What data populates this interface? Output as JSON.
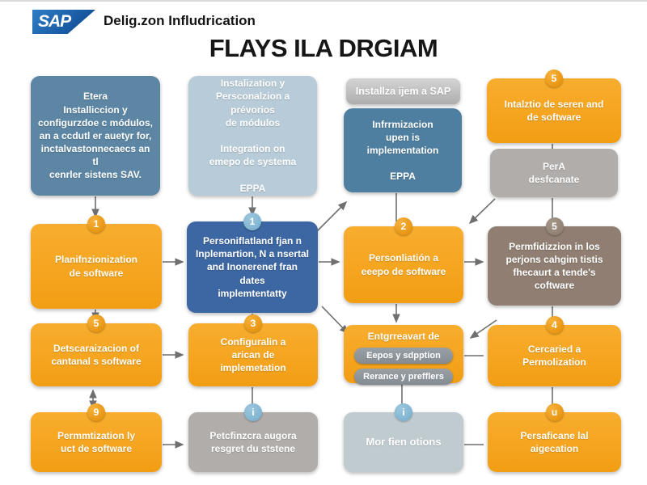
{
  "header": {
    "logo_text": "SAP",
    "brand_text": "Delig.zon Infludrication",
    "title": "FLAYS ILA DRGIAM"
  },
  "colors": {
    "orange": "#f2a01c",
    "orange_badge": "#e18a00",
    "steel_blue": "#5c86a4",
    "blue": "#4f7fa0",
    "dark_blue": "#3d67a2",
    "light_blue": "#b7cbd8",
    "light_gray_blue": "#c0cbd0",
    "gray": "#b0adaa",
    "taupe": "#8f7e71",
    "badge_blue": "#74aecd",
    "arrow": "#6f6f6f",
    "sap_blue": "#1b5ea8"
  },
  "nodes": {
    "r1c1": {
      "text": "Etera\nInstalliccion y\nconfigurzdoe c módulos,\nan a ccdutl er auetyr for,\ninctalvastonnecaecs an tl\ncenrler sistens SAV."
    },
    "r1c2": {
      "text": "Instalization y\nPersconalzion a prévorios\nde módulos\n\nIntegration on\nemepo de systema\n\nEPPA"
    },
    "r1c3_pill": {
      "text": "Installza ijem a SAP"
    },
    "r1c3": {
      "text": "Infrrmizacion\nupen is\nimplementation\n\nEPPA"
    },
    "r1c4": {
      "badge": "5",
      "text": "Intalztio de seren and\nde software"
    },
    "r1c4b": {
      "text": "PerA\ndesfcanate"
    },
    "r2c1": {
      "badge": "1",
      "text": "Planifnzionization\nde software"
    },
    "r2c2": {
      "badge": "1",
      "text": "Personiflatland fjan n\nInplemartion, N a nsertal\nand Inonerenef fran dates\nimplemtentatty"
    },
    "r2c3": {
      "badge": "2",
      "text": "Personliatión a\neeepo de software"
    },
    "r2c4": {
      "badge": "5",
      "text": "Permfidizzion in los\nperjons cahgim tistis\nfhecaurt a tende's\ncoftware"
    },
    "r3c1": {
      "badge": "5",
      "text": "Detscaraizacion of\ncantanal s software"
    },
    "r3c2": {
      "badge": "3",
      "text": "Configuralin a\narican de\nimplemetation"
    },
    "r3c3": {
      "header": "Entgrreavart de",
      "pills": {
        "p1": "Eepos y sdpption",
        "p2": "Rerance y prefflers"
      }
    },
    "r3c4": {
      "badge": "4",
      "text": "Cercaried a\nPermolization"
    },
    "r4c1": {
      "badge": "9",
      "text": "Permmtization ly\nuct de software"
    },
    "r4c2": {
      "badge": "i",
      "text": "Petcfinzcra augora\nresgret du ststene"
    },
    "r4c3": {
      "badge": "i",
      "text": "Mor fien otions"
    },
    "r4c4": {
      "badge": "u",
      "text": "Persaficane lal\naigecation"
    }
  }
}
